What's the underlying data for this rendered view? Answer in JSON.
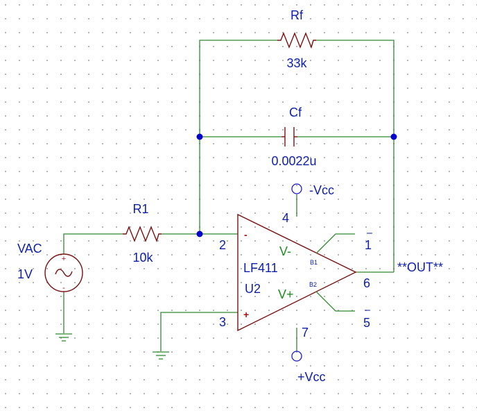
{
  "resistor_feedback": {
    "ref": "Rf",
    "value": "33k"
  },
  "capacitor_feedback": {
    "ref": "Cf",
    "value": "0.0022u"
  },
  "resistor_input": {
    "ref": "R1",
    "value": "10k"
  },
  "source": {
    "ref": "VAC",
    "value": "1V"
  },
  "opamp": {
    "part": "LF411",
    "ref": "U2",
    "inv_sign": "-",
    "noninv_sign": "+",
    "pin_inv": "2",
    "pin_noninv": "3",
    "pin_vneg": "4",
    "pin_vpos": "7",
    "pin_out": "6",
    "pin_b1": "1",
    "pin_b2": "5",
    "vneg_label": "V-",
    "vpos_label": "V+",
    "b1_label": "B1",
    "b2_label": "B2"
  },
  "supplies": {
    "neg": "-Vcc",
    "pos": "+Vcc"
  },
  "output_label": "**OUT**",
  "colors": {
    "wire": "#2e8b2e",
    "part": "#7a1010",
    "text": "#0d1fa8",
    "node": "#0000cc"
  }
}
